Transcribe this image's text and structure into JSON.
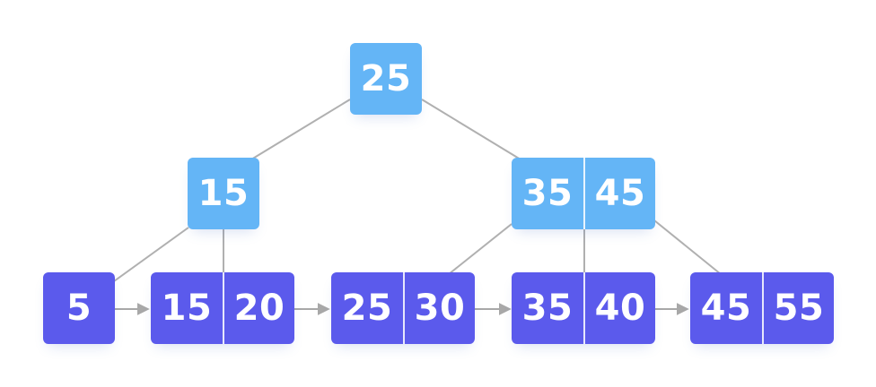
{
  "tree": {
    "root": {
      "keys": [
        "25"
      ]
    },
    "internal": [
      {
        "keys": [
          "15"
        ]
      },
      {
        "keys": [
          "35",
          "45"
        ]
      }
    ],
    "leaves": [
      {
        "keys": [
          "5"
        ]
      },
      {
        "keys": [
          "15",
          "20"
        ]
      },
      {
        "keys": [
          "25",
          "30"
        ]
      },
      {
        "keys": [
          "35",
          "40"
        ]
      },
      {
        "keys": [
          "45",
          "55"
        ]
      }
    ]
  },
  "colors": {
    "internal_node": "#64b5f6",
    "leaf_node": "#5b5aec",
    "link": "#b0b0b0",
    "arrow": "#a8a8a8",
    "key_text": "#ffffff"
  }
}
